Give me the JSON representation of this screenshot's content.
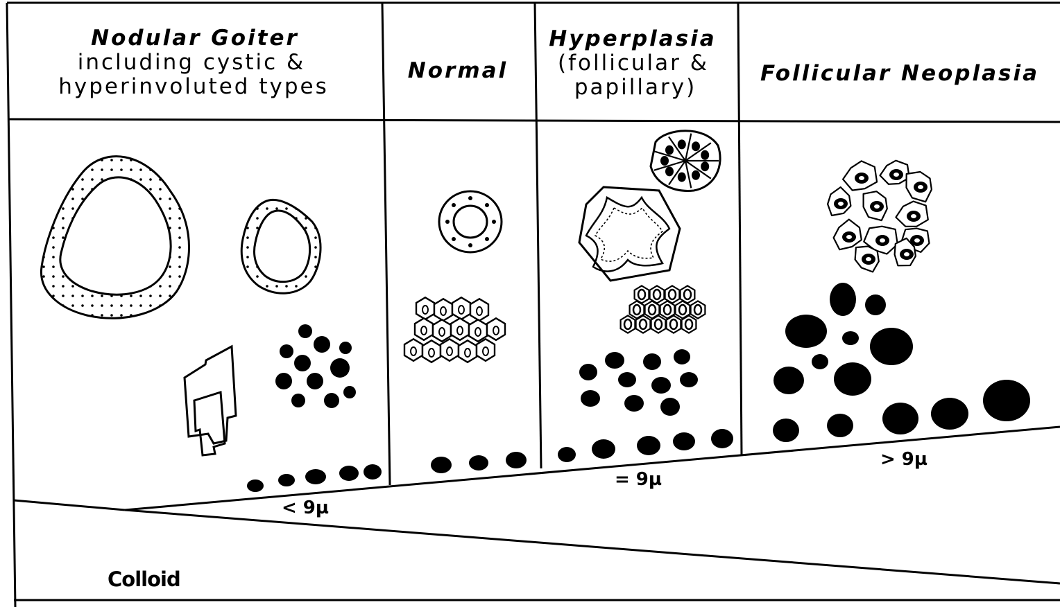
{
  "columns": [
    {
      "title": "Nodular Goiter",
      "subtitle_lines": [
        "including cystic &",
        "hyperinvoluted types"
      ]
    },
    {
      "title": "Normal",
      "subtitle_lines": []
    },
    {
      "title": "Hyperplasia",
      "subtitle_lines": [
        "(follicular &",
        "papillary)"
      ]
    },
    {
      "title": "Follicular Neoplasia",
      "subtitle_lines": []
    }
  ],
  "size_labels": {
    "small": "< 9µ",
    "equal": "= 9µ",
    "large": "> 9µ"
  },
  "colloid_label": "Colloid"
}
